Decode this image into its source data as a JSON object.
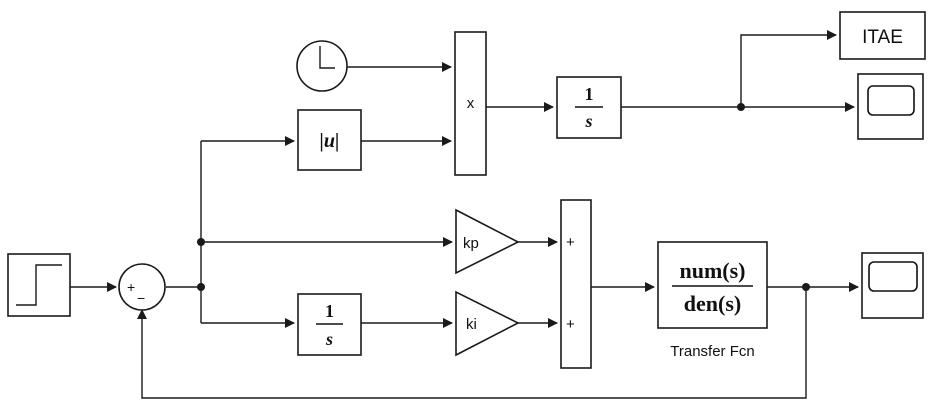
{
  "diagram": {
    "product_block": {
      "symbol": "x"
    },
    "abs_block": {
      "label": "|u|"
    },
    "integrator_top": {
      "numerator": "1",
      "denominator": "s"
    },
    "integrator_bottom": {
      "numerator": "1",
      "denominator": "s"
    },
    "sum_error": {
      "plus_sign": "+",
      "minus_sign": "−"
    },
    "gain_kp": {
      "label": "kp"
    },
    "gain_ki": {
      "label": "ki"
    },
    "sum_output": {
      "top_sign": "+",
      "bottom_sign": "+"
    },
    "transfer_fcn": {
      "numerator": "num(s)",
      "denominator": "den(s)",
      "caption": "Transfer Fcn"
    },
    "itae_block": {
      "label": "ITAE"
    },
    "icons": [
      "step-icon",
      "clock-icon",
      "scope-icon"
    ]
  }
}
